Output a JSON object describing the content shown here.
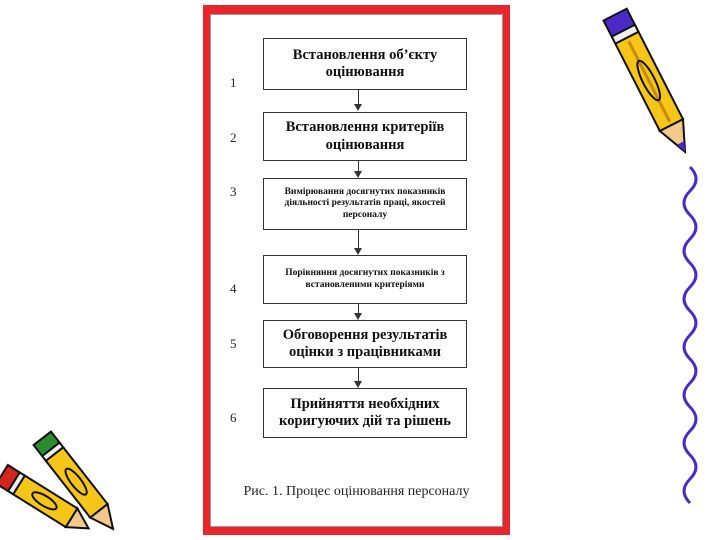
{
  "steps": [
    {
      "number": "1",
      "text": "Встановлення об’єкту оцінювання"
    },
    {
      "number": "2",
      "text": "Встановлення критеріїв оцінювання"
    },
    {
      "number": "3",
      "text": "Вимірювання досягнутих показників діяльності результатів праці, якостей персоналу"
    },
    {
      "number": "4",
      "text": "Порівняння досягнутих показників з встановленими критеріями"
    },
    {
      "number": "5",
      "text": "Обговорення результатів оцінки з працівниками"
    },
    {
      "number": "6",
      "text": "Прийняття необхідних коригуючих дій та рішень"
    }
  ],
  "caption": "Рис. 1. Процес оцінювання персоналу",
  "colors": {
    "frame": "#e8252b",
    "squiggle": "#4b2ac8",
    "pencil_body": "#f5c518",
    "pencil_tip_red": "#d4261c"
  },
  "icons": [
    "pencil-icon",
    "wavy-line-icon"
  ]
}
